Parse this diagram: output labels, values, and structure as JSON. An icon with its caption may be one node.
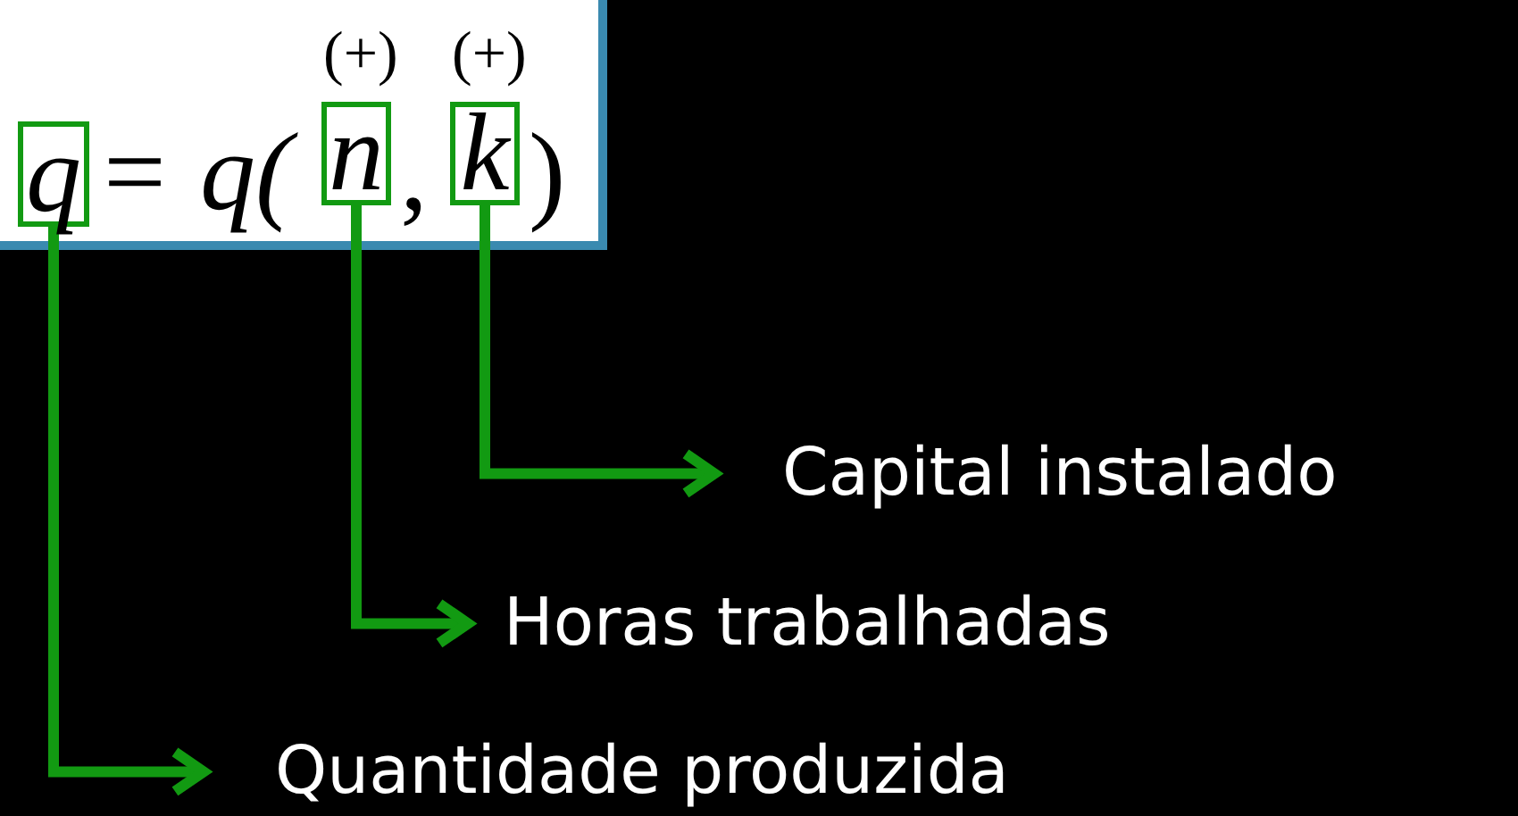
{
  "diagram": {
    "nodes": [
      {
        "text": [
          "q"
        ]
      },
      {
        "text": [
          "n"
        ]
      },
      {
        "text": [
          "k"
        ]
      },
      {
        "text": [
          "Capital instalado"
        ]
      },
      {
        "text": [
          "Horas trabalhadas"
        ]
      },
      {
        "text": [
          "Quantidade produzida"
        ]
      }
    ],
    "edges": [
      {
        "from": 2,
        "to": 3,
        "arrow": "to"
      },
      {
        "from": 1,
        "to": 4,
        "arrow": "to"
      },
      {
        "from": 0,
        "to": 5,
        "arrow": "to"
      }
    ],
    "labels": [
      "(+)",
      "(+)",
      "=",
      "q(",
      ",",
      ")"
    ]
  }
}
